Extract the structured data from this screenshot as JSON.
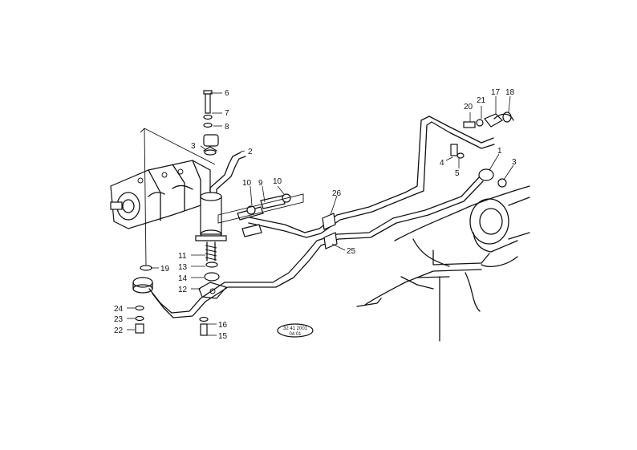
{
  "callouts": {
    "c1": "1",
    "c2": "2",
    "c3a": "3",
    "c3b": "3",
    "c4": "4",
    "c5": "5",
    "c6": "6",
    "c7": "7",
    "c8": "8",
    "c9": "9",
    "c10a": "10",
    "c10b": "10",
    "c11": "11",
    "c12": "12",
    "c13": "13",
    "c14": "14",
    "c15": "15",
    "c16": "16",
    "c17": "17",
    "c18": "18",
    "c19": "19",
    "c20": "20",
    "c21": "21",
    "c22": "22",
    "c23": "23",
    "c24": "24",
    "c25": "25",
    "c26": "26"
  },
  "stamp": {
    "line1": "32 41 2001",
    "line2": "04 01"
  }
}
